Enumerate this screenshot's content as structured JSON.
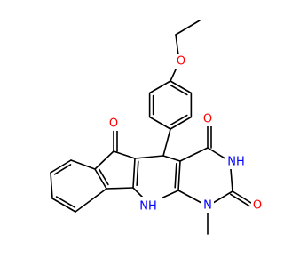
{
  "atoms": {
    "ether_o": {
      "text": "O",
      "color": "#ff0000"
    },
    "ketone_o": {
      "text": "O",
      "color": "#ff0000"
    },
    "c4_o": {
      "text": "O",
      "color": "#ff0000"
    },
    "c2_o": {
      "text": "O",
      "color": "#ff0000"
    },
    "n3": {
      "text": "NH",
      "color": "#0000ff"
    },
    "n1": {
      "text": "N",
      "color": "#0000ff"
    },
    "n10": {
      "text": "NH",
      "color": "#0000ff"
    }
  },
  "bond_color": "#000000",
  "background": "#ffffff"
}
